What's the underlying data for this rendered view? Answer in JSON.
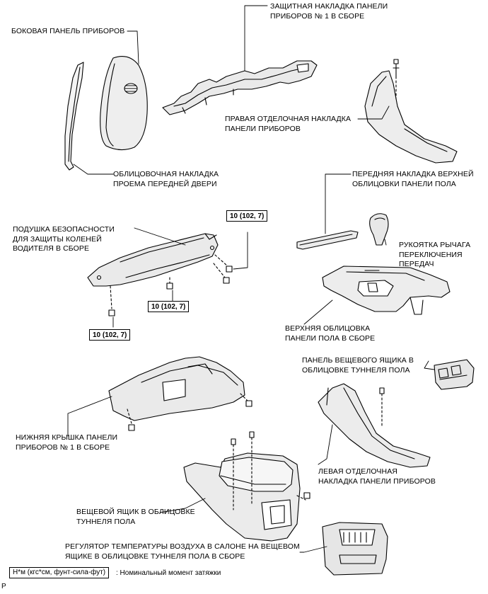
{
  "labels": {
    "side_panel": "БОКОВАЯ ПАНЕЛЬ ПРИБОРОВ",
    "safety_pad": "ЗАЩИТНАЯ НАКЛАДКА ПАНЕЛИ\nПРИБОРОВ № 1 В СБОРЕ",
    "right_garnish": "ПРАВАЯ ОТДЕЛОЧНАЯ НАКЛАДКА\nПАНЕЛИ ПРИБОРОВ",
    "door_trim": "ОБЛИЦОВОЧНАЯ НАКЛАДКА\nПРОЕМА ПЕРЕДНЕЙ ДВЕРИ",
    "front_upper_panel": "ПЕРЕДНЯЯ НАКЛАДКА ВЕРХНЕЙ\nОБЛИЦОВКИ ПАНЕЛИ ПОЛА",
    "knee_airbag": "ПОДУШКА БЕЗОПАСНОСТИ\nДЛЯ ЗАЩИТЫ КОЛЕНЕЙ\nВОДИТЕЛЯ В СБОРЕ",
    "shift_knob": "РУКОЯТКА РЫЧАГА\nПЕРЕКЛЮЧЕНИЯ\nПЕРЕДАЧ",
    "upper_console": "ВЕРХНЯЯ ОБЛИЦОВКА\nПАНЕЛИ ПОЛА В СБОРЕ",
    "box_panel": "ПАНЕЛЬ ВЕЩЕВОГО ЯЩИКА В\nОБЛИЦОВКЕ ТУННЕЛЯ ПОЛА",
    "lower_cover": "НИЖНЯЯ КРЫШКА ПАНЕЛИ\nПРИБОРОВ № 1 В СБОРЕ",
    "left_garnish": "ЛЕВАЯ ОТДЕЛОЧНАЯ\nНАКЛАДКА ПАНЕЛИ ПРИБОРОВ",
    "console_box": "ВЕЩЕВОЙ ЯЩИК В ОБЛИЦОВКЕ\nТУННЕЛЯ ПОЛА",
    "temp_regulator": "РЕГУЛЯТОР ТЕМПЕРАТУРЫ ВОЗДУХА В САЛОНЕ НА ВЕЩЕВОМ\nЯЩИКЕ В ОБЛИЦОВКЕ ТУННЕЛЯ ПОЛА В СБОРЕ"
  },
  "torque": {
    "t1": "10 (102, 7)",
    "t2": "10 (102, 7)",
    "t3": "10 (102, 7)"
  },
  "legend": {
    "unit": "Н*м (кгс*см, фунт-сила-фут)",
    "description": ": Номинальный момент затяжки"
  },
  "corner_mark": "P"
}
